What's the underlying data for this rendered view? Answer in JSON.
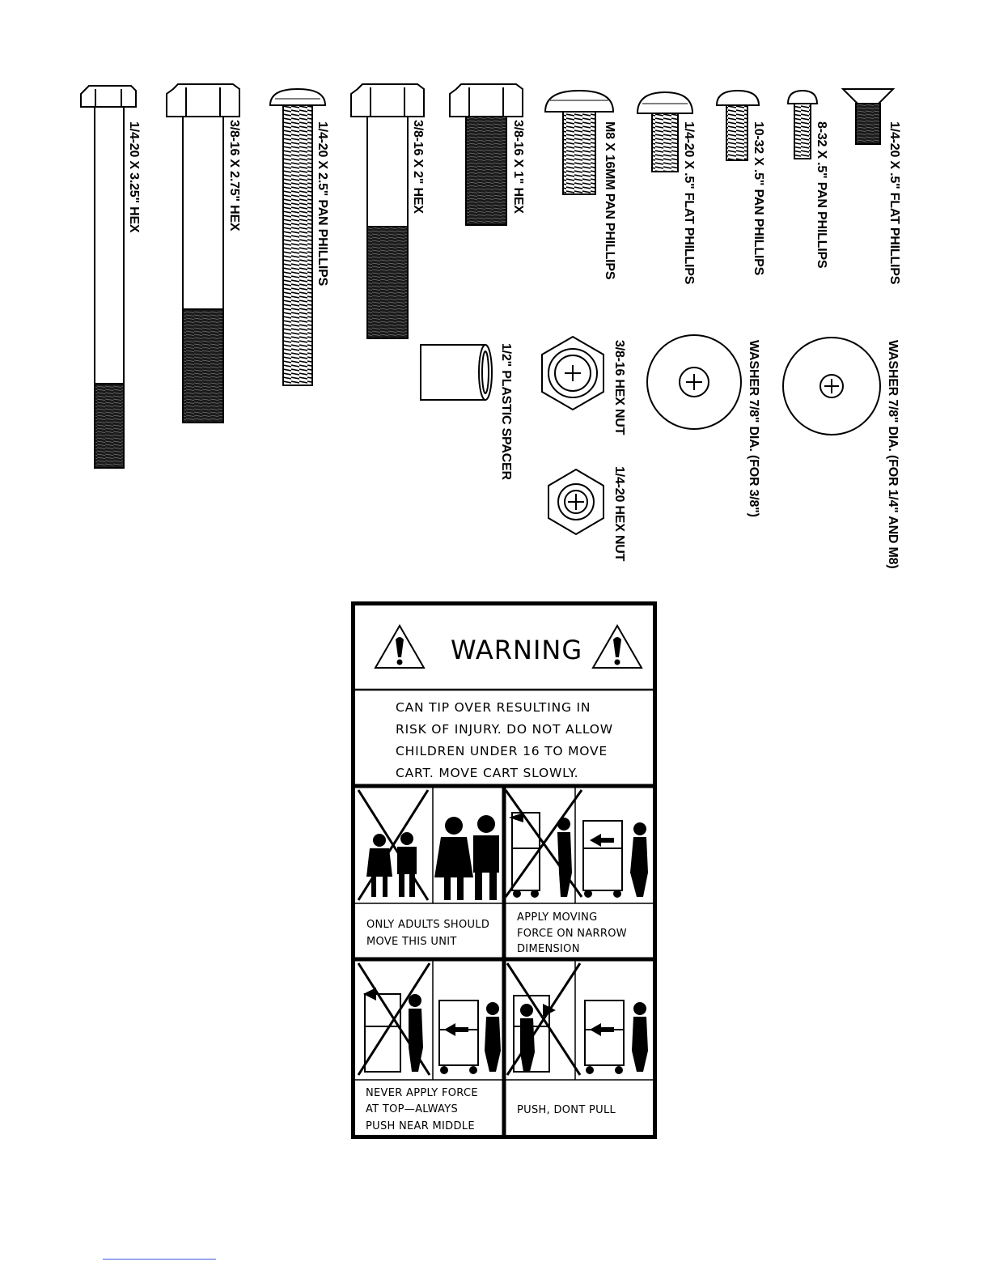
{
  "hardware": {
    "items": [
      {
        "id": "hex-bolt-1-4-20-3-25",
        "label": "1/4-20 X 3.25\" HEX"
      },
      {
        "id": "hex-bolt-3-8-16-2-75",
        "label": "3/8-16 X 2.75\" HEX"
      },
      {
        "id": "pan-phillips-1-4-20-2-5",
        "label": "1/4-20 X 2.5\" PAN PHILLIPS"
      },
      {
        "id": "hex-bolt-3-8-16-2",
        "label": "3/8-16 X 2\" HEX"
      },
      {
        "id": "hex-bolt-3-8-16-1",
        "label": "3/8-16 X 1\" HEX"
      },
      {
        "id": "pan-phillips-m8-16mm",
        "label": "M8 X 16MM PAN PHILLIPS"
      },
      {
        "id": "flat-phillips-1-4-20-0-5-a",
        "label": "1/4-20 X .5\" FLAT PHILLIPS"
      },
      {
        "id": "pan-phillips-10-32-0-5",
        "label": "10-32 X .5\" PAN PHILLIPS"
      },
      {
        "id": "pan-phillips-8-32-0-5",
        "label": "8-32 X .5\" PAN PHILLIPS"
      },
      {
        "id": "flat-phillips-1-4-20-0-5-b",
        "label": "1/4-20 X .5\" FLAT PHILLIPS"
      },
      {
        "id": "plastic-spacer",
        "label": "1/2\" PLASTIC SPACER"
      },
      {
        "id": "hex-nut-3-8-16",
        "label": "3/8-16 HEX NUT"
      },
      {
        "id": "hex-nut-1-4-20",
        "label": "1/4-20 HEX NUT"
      },
      {
        "id": "washer-3-8",
        "label": "WASHER 7/8\" DIA. (FOR 3/8\")"
      },
      {
        "id": "washer-1-4-m8",
        "label": "WASHER 7/8\" DIA. (FOR 1/4\" AND M8)"
      }
    ]
  },
  "warning_label": {
    "title": "WARNING",
    "notice_lines": [
      "CAN  TIP  OVER  RESULTING  IN",
      "RISK  OF  INJURY.  DO  NOT  ALLOW",
      "CHILDREN  UNDER  16  TO  MOVE",
      "CART.   MOVE  CART  SLOWLY."
    ],
    "panels": [
      {
        "id": "adults-only",
        "caption_lines": [
          "ONLY  ADULTS  SHOULD",
          "MOVE  THIS  UNIT"
        ]
      },
      {
        "id": "narrow-dimension",
        "caption_lines": [
          "APPLY  MOVING",
          "FORCE  ON  NARROW",
          "DIMENSION"
        ]
      },
      {
        "id": "push-middle",
        "caption_lines": [
          "NEVER  APPLY  FORCE",
          "AT  TOP—ALWAYS",
          "PUSH  NEAR  MIDDLE"
        ]
      },
      {
        "id": "push-dont-pull",
        "caption_lines": [
          "PUSH,  DONT  PULL"
        ]
      }
    ]
  }
}
